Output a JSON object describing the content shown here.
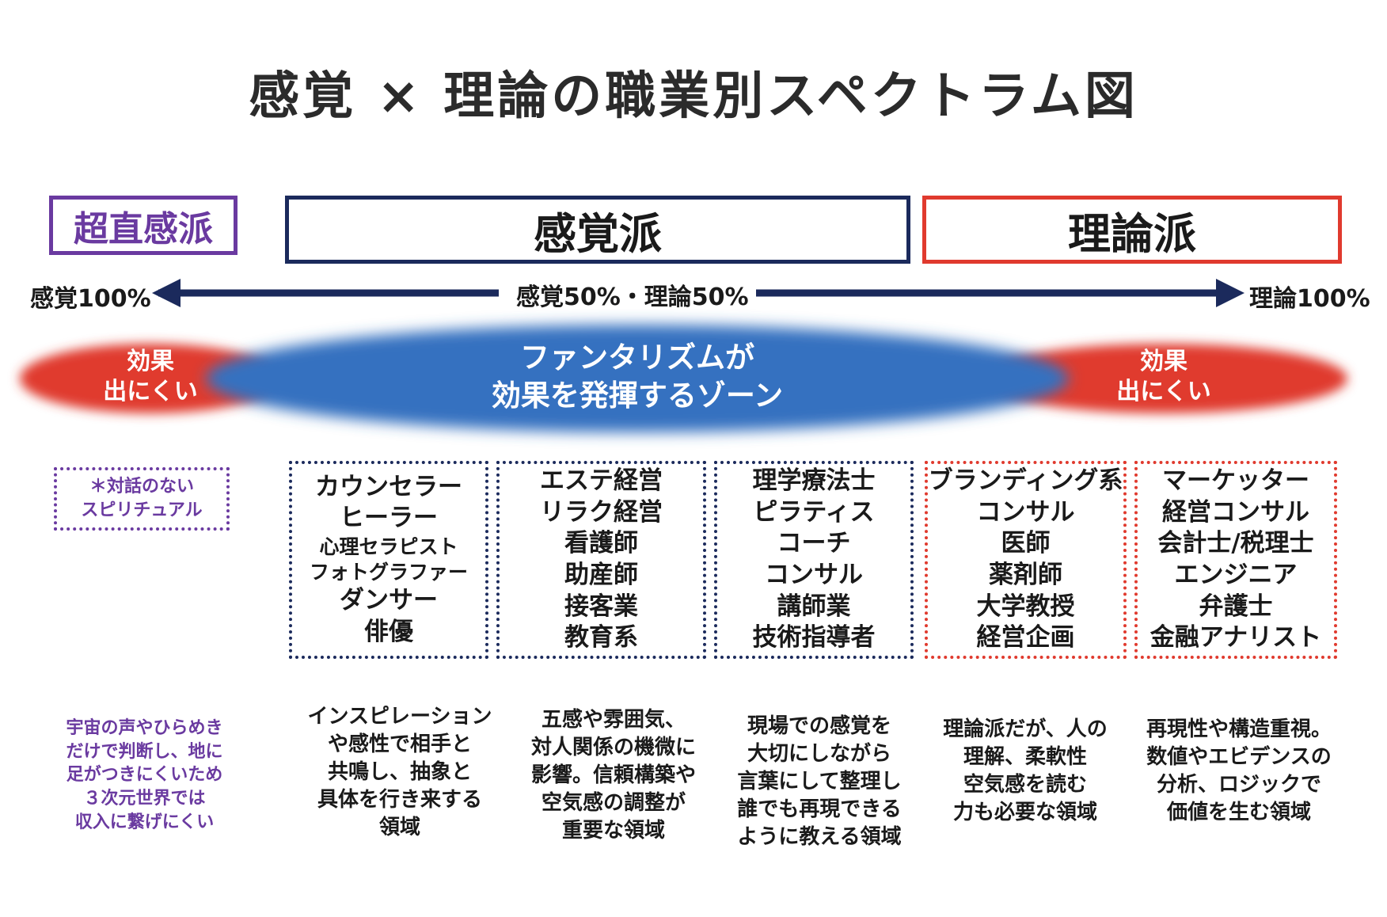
{
  "title": "感覚 × 理論の職業別スペクトラム図",
  "categories": {
    "ultra": "超直感派",
    "intuitive": "感覚派",
    "logical": "理論派"
  },
  "axis": {
    "left": "感覚100%",
    "center": "感覚50%・理論50%",
    "right": "理論100%"
  },
  "zones": {
    "left_line1": "効果",
    "left_line2": "出にくい",
    "center_line1": "ファンタリズムが",
    "center_line2": "効果を発揮するゾーン",
    "right_line1": "効果",
    "right_line2": "出にくい"
  },
  "spiritual_note_line1": "＊対話のない",
  "spiritual_note_line2": "スピリチュアル",
  "job_groups": [
    {
      "jobs": [
        "カウンセラー",
        "ヒーラー",
        "心理セラピスト",
        "フォトグラファー",
        "ダンサー",
        "俳優"
      ]
    },
    {
      "jobs": [
        "エステ経営",
        "リラク経営",
        "看護師",
        "助産師",
        "接客業",
        "教育系"
      ]
    },
    {
      "jobs": [
        "理学療法士",
        "ピラティス",
        "コーチ",
        "コンサル",
        "講師業",
        "技術指導者"
      ]
    },
    {
      "jobs": [
        "ブランディング系",
        "コンサル",
        "医師",
        "薬剤師",
        "大学教授",
        "経営企画"
      ]
    },
    {
      "jobs": [
        "マーケッター",
        "経営コンサル",
        "会計士/税理士",
        "エンジニア",
        "弁護士",
        "金融アナリスト"
      ]
    }
  ],
  "descriptions": {
    "spiritual": [
      "宇宙の声やひらめき",
      "だけで判断し、地に",
      "足がつきにくいため",
      "３次元世界では",
      "収入に繋げにくい"
    ],
    "group1": [
      "インスピレーション",
      "や感性で相手と",
      "共鳴し、抽象と",
      "具体を行き来する",
      "領域"
    ],
    "group2": [
      "五感や雰囲気、",
      "対人関係の機微に",
      "影響。信頼構築や",
      "空気感の調整が",
      "重要な領域"
    ],
    "group3": [
      "現場での感覚を",
      "大切にしながら",
      "言葉にして整理し",
      "誰でも再現できる",
      "ように教える領域"
    ],
    "group4": [
      "理論派だが、人の",
      "理解、柔軟性",
      "空気感を読む",
      "力も必要な領域"
    ],
    "group5": [
      "再現性や構造重視。",
      "数値やエビデンスの",
      "分析、ロジックで",
      "価値を生む領域"
    ]
  },
  "colors": {
    "purple": "#6a3aa0",
    "navy": "#1b2a5c",
    "red": "#e03a2e",
    "blue_zone": "#3471c0"
  }
}
